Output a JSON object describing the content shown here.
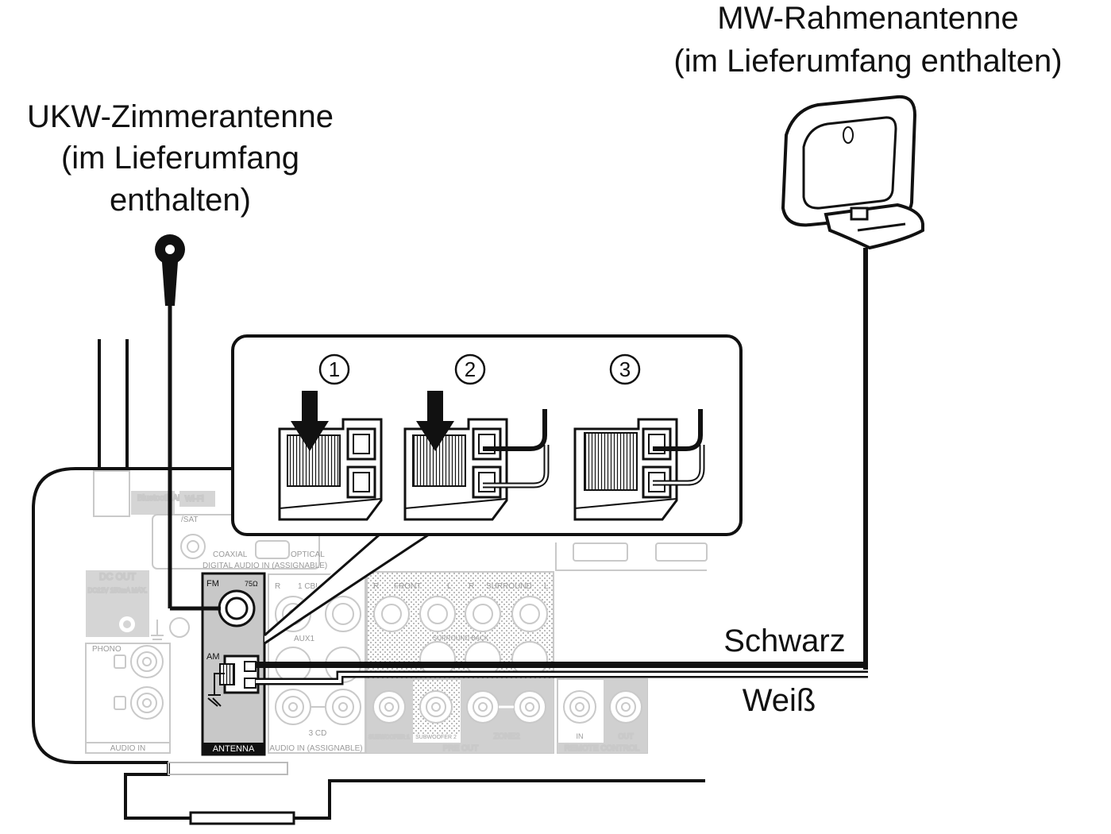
{
  "labels": {
    "mw_title": "MW-Rahmenantenne",
    "mw_sub": "(im Lieferumfang enthalten)",
    "fm_title": "UKW-Zimmerantenne",
    "fm_sub1": "(im Lieferumfang",
    "fm_sub2": "enthalten)",
    "black_wire": "Schwarz",
    "white_wire": "Weiß"
  },
  "steps": [
    "1",
    "2",
    "3"
  ],
  "panel": {
    "bluetooth": "Bluetooth ANTENNA",
    "wifi": "Wi-Fi",
    "dc_out": "DC OUT",
    "dc_spec": "DC12V 150mA MAX.",
    "phono": "PHONO",
    "audio_in": "AUDIO IN",
    "fm": "FM",
    "ohm": "75Ω",
    "am": "AM",
    "antenna": "ANTENNA",
    "coaxial": "COAXIAL",
    "optical": "OPTICAL",
    "digital_audio_in": "DIGITAL AUDIO IN (ASSIGNABLE)",
    "cbl": "1 CBL",
    "aux1": "AUX1",
    "cd": "3 CD",
    "audio_in_assignable": "AUDIO IN (ASSIGNABLE)",
    "front": "FRONT",
    "surround": "SURROUND",
    "surround_back": "SURROUND BACK",
    "subwoofer1": "SUBWOOFER 1",
    "subwoofer2": "SUBWOOFER 2",
    "zone2": "ZONE2",
    "pre_out": "PRE OUT",
    "in": "IN",
    "out": "OUT",
    "remote_control": "REMOTE CONTROL",
    "sat": "/SAT",
    "r": "R",
    "l": "L"
  }
}
